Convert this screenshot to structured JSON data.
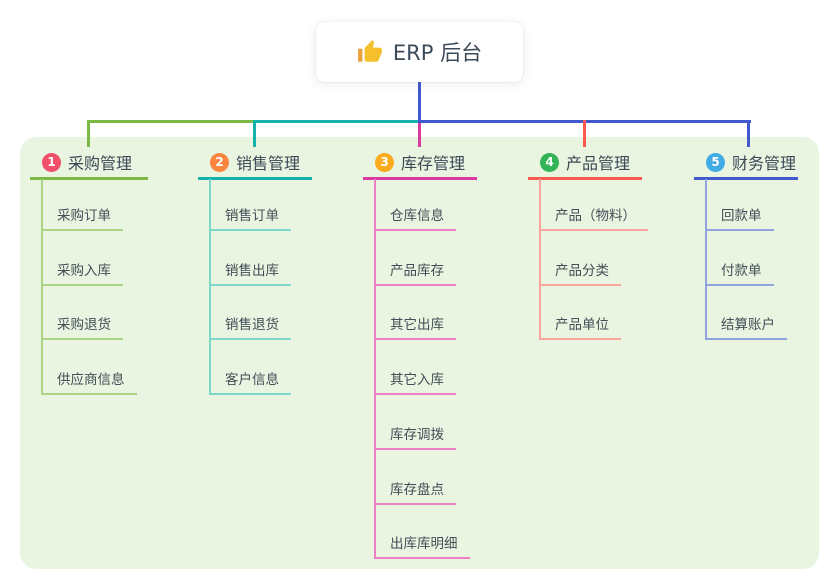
{
  "root": {
    "label": "ERP 后台",
    "icon": "thumbs-up-icon"
  },
  "branches": [
    {
      "badge": "1",
      "label": "采购管理",
      "badge_color": "#f1506b",
      "line_color": "#7cb944",
      "child_line_color": "#a9d583",
      "children": [
        "采购订单",
        "采购入库",
        "采购退货",
        "供应商信息"
      ]
    },
    {
      "badge": "2",
      "label": "销售管理",
      "badge_color": "#f9853f",
      "line_color": "#15b2ab",
      "child_line_color": "#7fd6cb",
      "children": [
        "销售订单",
        "销售出库",
        "销售退货",
        "客户信息"
      ]
    },
    {
      "badge": "3",
      "label": "库存管理",
      "badge_color": "#fbab1e",
      "line_color": "#da399f",
      "child_line_color": "#ef7ec4",
      "children": [
        "仓库信息",
        "产品库存",
        "其它出库",
        "其它入库",
        "库存调拨",
        "库存盘点",
        "出库库明细"
      ]
    },
    {
      "badge": "4",
      "label": "产品管理",
      "badge_color": "#32b457",
      "line_color": "#f85a50",
      "child_line_color": "#fba49c",
      "children": [
        "产品（物料）",
        "产品分类",
        "产品单位"
      ]
    },
    {
      "badge": "5",
      "label": "财务管理",
      "badge_color": "#40abe4",
      "line_color": "#4159cc",
      "child_line_color": "#90a4dd",
      "children": [
        "回款单",
        "付款单",
        "结算账户"
      ]
    }
  ],
  "colors": {
    "panel_bg": "#e9f5e1",
    "root_bg": "#ffffff",
    "root_text": "#3c4a5a",
    "title_text": "#3c4855",
    "child_text": "#434d57",
    "root_connector": "#4159cc",
    "icon_yellow": "#f6c02d",
    "icon_cuff": "#e8a33d"
  }
}
